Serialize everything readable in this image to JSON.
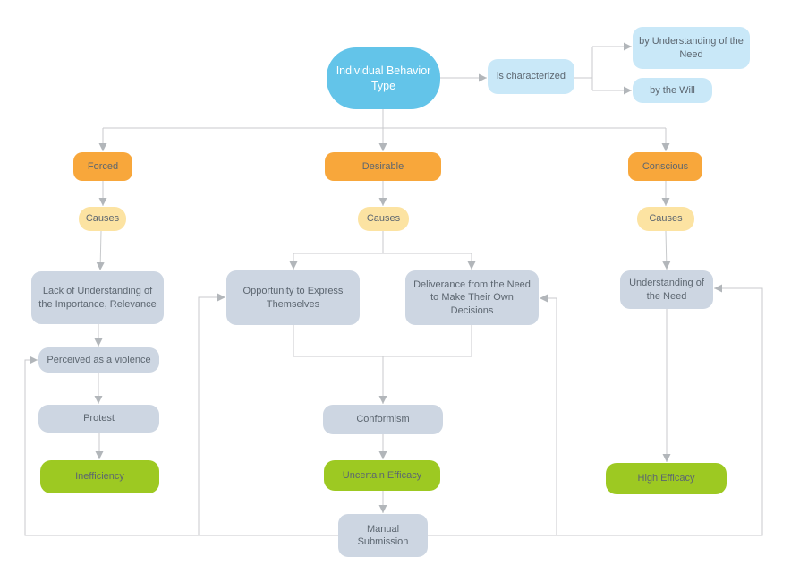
{
  "diagram_title": "Individual Behavior Type flowchart",
  "colors": {
    "blue-main": "#63C4E9",
    "light-blue": "#C9E8F8",
    "orange": "#F8A73B",
    "yellow": "#FCE3A2",
    "slate": "#CDD6E2",
    "green": "#9DC922",
    "text-dark": "#5C6670",
    "line": "#C8CACC",
    "arrow": "#B2B6BA"
  },
  "nodes": {
    "main": {
      "label": "Individual Behavior Type"
    },
    "characterized": {
      "label": "is characterized"
    },
    "by_understanding": {
      "label": "by Understanding of the Need"
    },
    "by_will": {
      "label": "by the Will"
    },
    "forced": {
      "label": "Forced"
    },
    "causes_left": {
      "label": "Causes"
    },
    "lack": {
      "label": "Lack of Understanding of the Importance, Relevance"
    },
    "perceived": {
      "label": "Perceived as a violence"
    },
    "protest": {
      "label": "Protest"
    },
    "inefficiency": {
      "label": "Inefficiency"
    },
    "desirable": {
      "label": "Desirable"
    },
    "causes_mid": {
      "label": "Causes"
    },
    "opportunity": {
      "label": "Opportunity to Express Themselves"
    },
    "deliverance": {
      "label": "Deliverance from the Need to Make Their Own Decisions"
    },
    "conformism": {
      "label": "Conformism"
    },
    "uncertain": {
      "label": "Uncertain Efficacy"
    },
    "manual": {
      "label": "Manual Submission"
    },
    "conscious": {
      "label": "Conscious"
    },
    "causes_right": {
      "label": "Causes"
    },
    "understanding": {
      "label": "Understanding of the Need"
    },
    "high": {
      "label": "High Efficacy"
    }
  }
}
